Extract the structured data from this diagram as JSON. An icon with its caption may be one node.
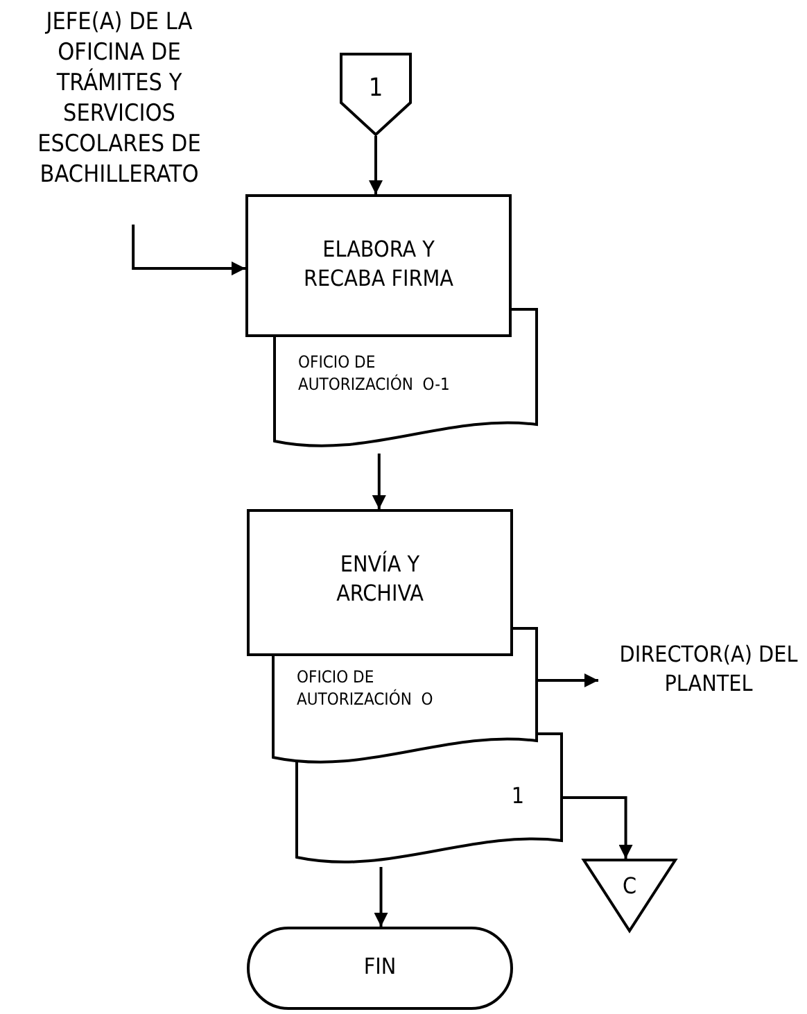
{
  "diagram": {
    "nodes": [
      {
        "text": [
          "1"
        ]
      },
      {
        "text": [
          "JEFE(A) DE LA OFICINA DE TRÁMITES Y SERVICIOS ESCOLARES DE BACHILLERATO"
        ]
      },
      {
        "text": [
          "ELABORA Y RECABA FIRMA"
        ]
      },
      {
        "text": [
          "OFICIO DE AUTORIZACIÓN  O-1"
        ]
      },
      {
        "text": [
          "ENVÍA Y ARCHIVA"
        ]
      },
      {
        "text": [
          "OFICIO DE AUTORIZACIÓN  O"
        ]
      },
      {
        "text": [
          "1"
        ]
      },
      {
        "text": [
          "DIRECTOR(A) DEL PLANTEL"
        ]
      },
      {
        "text": [
          "C"
        ]
      },
      {
        "text": [
          "FIN"
        ]
      }
    ],
    "edges": [
      {
        "from": 0,
        "to": 2,
        "arrow": "to"
      },
      {
        "from": 1,
        "to": 2,
        "arrow": "to"
      },
      {
        "from": 3,
        "to": 4,
        "arrow": "to"
      },
      {
        "from": 5,
        "to": 7,
        "arrow": "to"
      },
      {
        "from": 6,
        "to": 8,
        "arrow": "to"
      },
      {
        "from": 6,
        "to": 9,
        "arrow": "to"
      }
    ]
  }
}
